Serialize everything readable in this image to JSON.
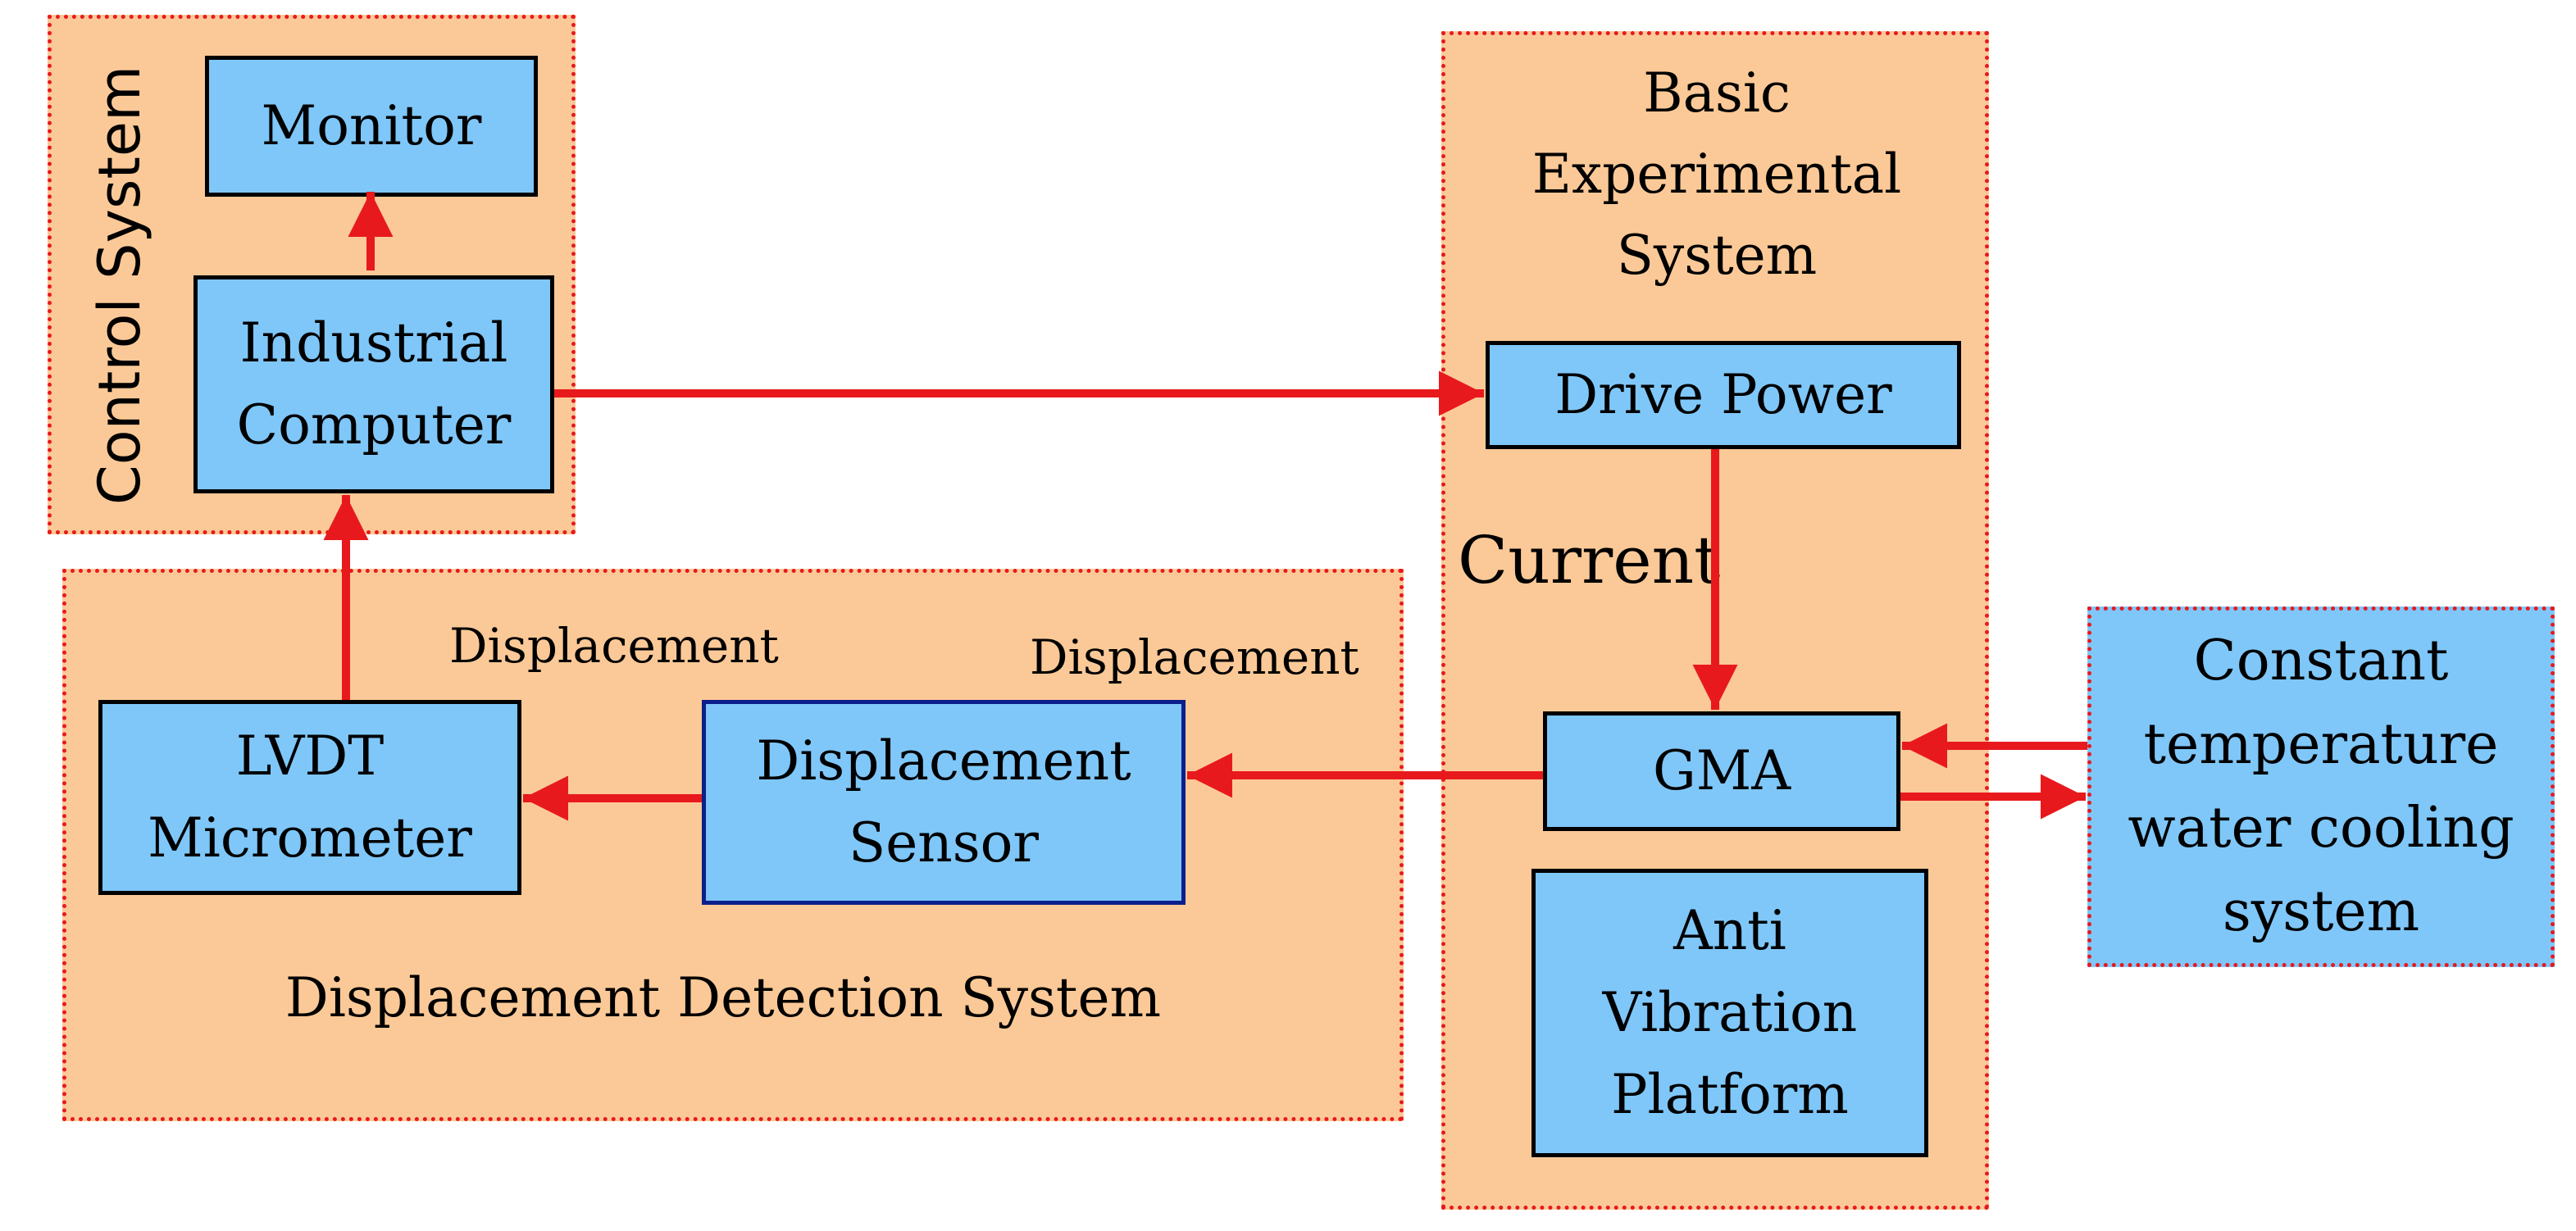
{
  "groups": {
    "control": "Control System",
    "basic": "Basic\nExperimental\nSystem",
    "detection": "Displacement Detection System"
  },
  "blocks": {
    "monitor": "Monitor",
    "industrial_computer": "Industrial\nComputer",
    "drive_power": "Drive Power",
    "gma": "GMA",
    "anti_vibration": "Anti\nVibration\nPlatform",
    "displacement_sensor": "Displacement\nSensor",
    "lvdt": "LVDT\nMicrometer",
    "cooling": "Constant\ntemperature\nwater cooling\nsystem"
  },
  "signals": {
    "current": "Current",
    "displacement_lvdt": "Displacement",
    "displacement_sensor": "Displacement"
  },
  "colors": {
    "group_fill": "#fbc997",
    "group_border": "#e8191c",
    "block_fill": "#7fc7f9",
    "arrow": "#e8191c"
  }
}
